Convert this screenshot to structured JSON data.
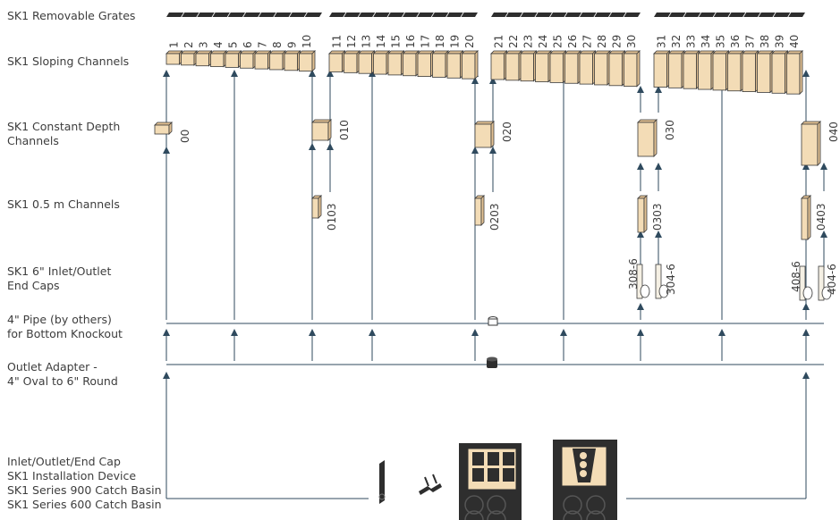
{
  "labels": {
    "grates": "SK1 Removable Grates",
    "sloping": "SK1 Sloping Channels",
    "constant": "SK1 Constant Depth\nChannels",
    "half_m": "SK1 0.5 m Channels",
    "end_caps": "SK1 6\" Inlet/Outlet\nEnd Caps",
    "pipe": "4\" Pipe (by others)\nfor Bottom Knockout",
    "adapter": "Outlet Adapter -\n4\" Oval to 6\" Round",
    "bottom": "Inlet/Outlet/End Cap\nSK1 Installation Device\nSK1 Series 900 Catch Basin\nSK1 Series 600 Catch Basin"
  },
  "sloping_numbers": [
    "1",
    "2",
    "3",
    "4",
    "5",
    "6",
    "7",
    "8",
    "9",
    "10",
    "11",
    "12",
    "13",
    "14",
    "15",
    "16",
    "17",
    "18",
    "19",
    "20",
    "21",
    "22",
    "23",
    "24",
    "25",
    "26",
    "27",
    "28",
    "29",
    "30",
    "31",
    "32",
    "33",
    "34",
    "35",
    "36",
    "37",
    "38",
    "39",
    "40"
  ],
  "constant_depth": [
    "00",
    "010",
    "020",
    "030",
    "040"
  ],
  "half_m_channels": [
    "0103",
    "0203",
    "0303",
    "0403"
  ],
  "end_caps": [
    "308-6",
    "304-6",
    "408-6",
    "404-6"
  ],
  "colors": {
    "channel_face": "#f3dcb6",
    "channel_side": "#e2c193",
    "channel_stroke": "#3a3a3a",
    "line": "#2f4a5e",
    "grate": "#2e2e2e"
  }
}
